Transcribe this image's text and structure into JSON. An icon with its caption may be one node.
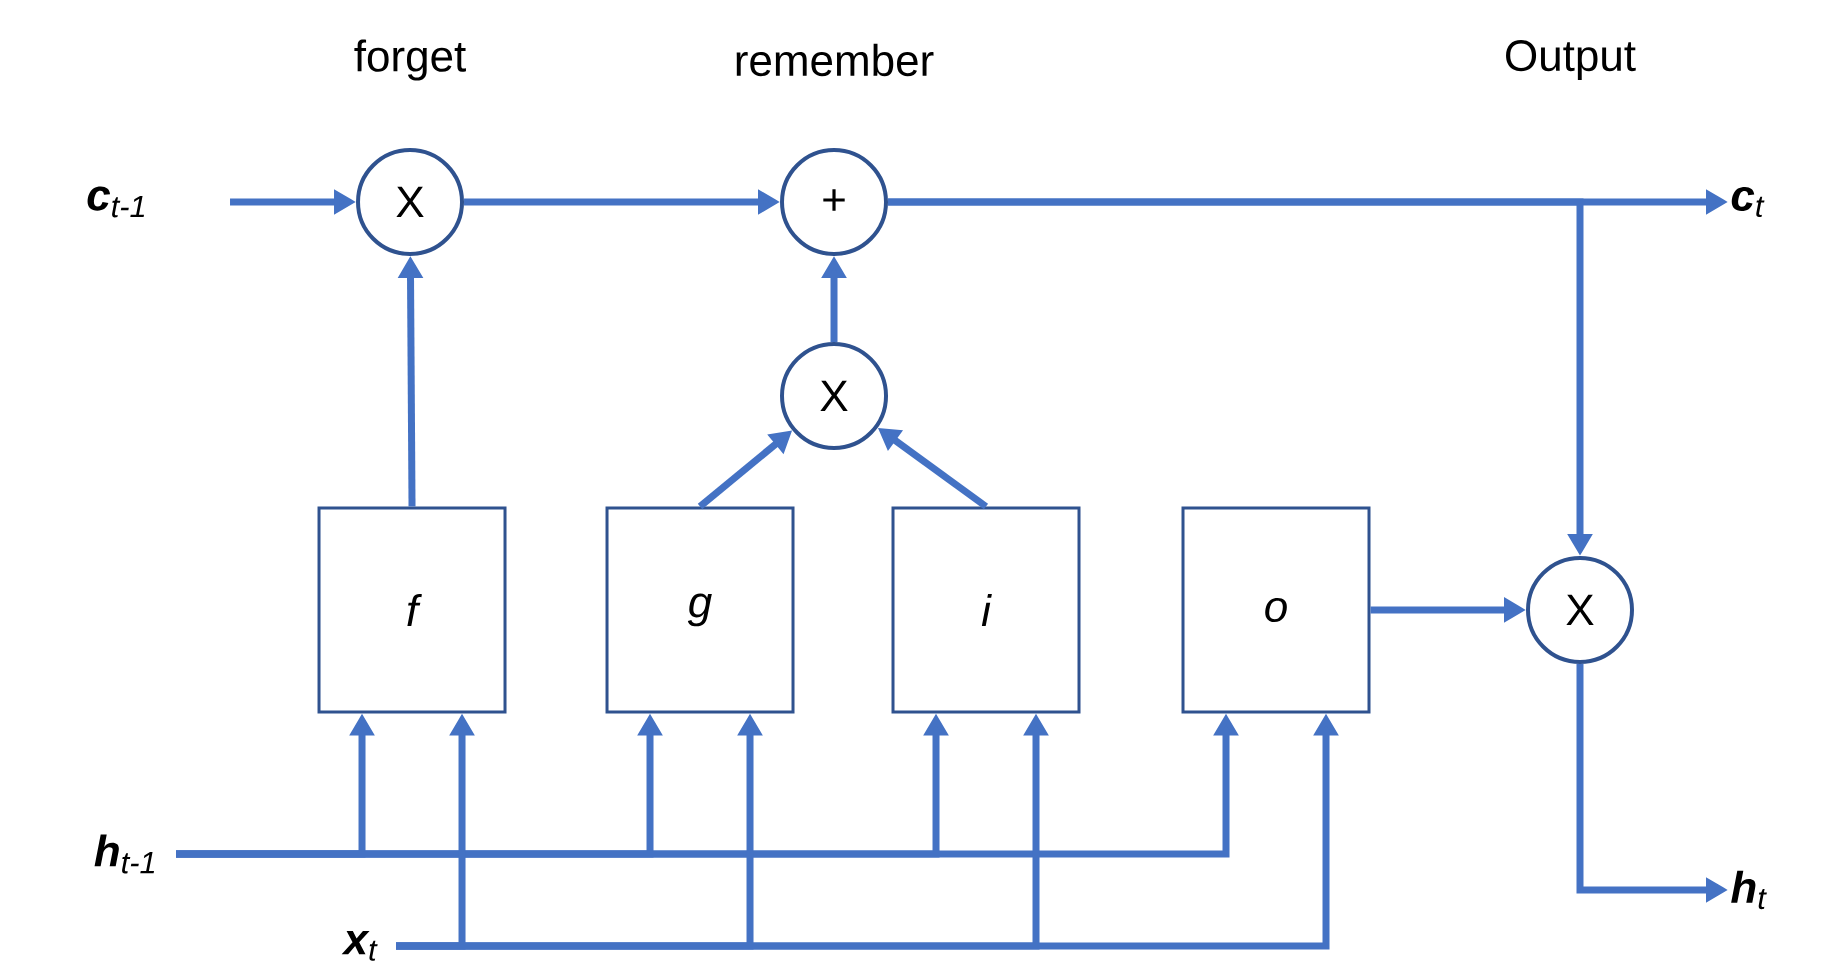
{
  "diagram": {
    "nodes": [
      {
        "text": [
          "**c**$_{t-1}$"
        ]
      },
      {
        "text": [
          "X"
        ],
        "beside": [
          "forget"
        ]
      },
      {
        "text": [
          "+"
        ],
        "beside": [
          "remember"
        ]
      },
      {
        "text": [
          "**c**$_{t}$"
        ]
      },
      {
        "text": [
          "X"
        ]
      },
      {
        "text": [
          "f"
        ]
      },
      {
        "text": [
          "g"
        ]
      },
      {
        "text": [
          "i"
        ]
      },
      {
        "text": [
          "o"
        ]
      },
      {
        "text": [
          "X"
        ]
      },
      {
        "text": [
          "**h**$_{t}$"
        ]
      },
      {
        "text": [
          "**h**$_{t-1}$"
        ]
      },
      {
        "text": [
          "**x**$_{t}$"
        ]
      }
    ],
    "edges": [
      {
        "from": 0,
        "to": 1,
        "arrow": "to"
      },
      {
        "from": 1,
        "to": 2,
        "arrow": "to"
      },
      {
        "from": 2,
        "to": 3,
        "arrow": "to"
      },
      {
        "from": 5,
        "to": 1,
        "arrow": "to"
      },
      {
        "from": 4,
        "to": 2,
        "arrow": "to"
      },
      {
        "from": 6,
        "to": 4,
        "arrow": "to"
      },
      {
        "from": 7,
        "to": 4,
        "arrow": "to"
      },
      {
        "from": 8,
        "to": 9,
        "arrow": "to"
      },
      {
        "from": 2,
        "to": 9,
        "arrow": "to"
      },
      {
        "from": 9,
        "to": 10,
        "arrow": "to"
      },
      {
        "from": 11,
        "to": 5,
        "arrow": "to"
      },
      {
        "from": 11,
        "to": 6,
        "arrow": "to"
      },
      {
        "from": 11,
        "to": 7,
        "arrow": "to"
      },
      {
        "from": 11,
        "to": 8,
        "arrow": "to"
      },
      {
        "from": 12,
        "to": 5,
        "arrow": "to"
      },
      {
        "from": 12,
        "to": 6,
        "arrow": "to"
      },
      {
        "from": 12,
        "to": 7,
        "arrow": "to"
      },
      {
        "from": 12,
        "to": 8,
        "arrow": "to"
      }
    ],
    "labels": [
      "Output"
    ]
  }
}
